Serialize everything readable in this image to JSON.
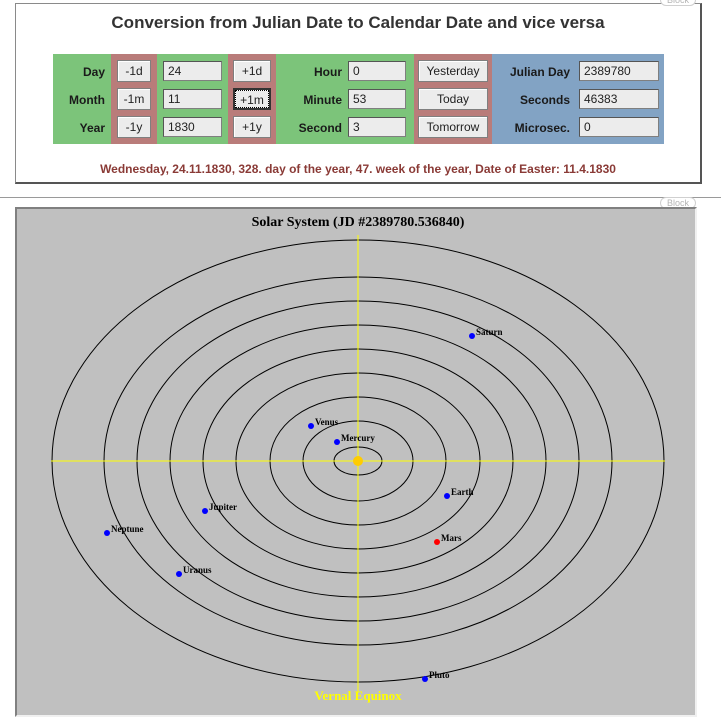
{
  "converter": {
    "title": "Conversion from Julian Date to Calendar Date and vice versa",
    "date_fields": [
      {
        "label": "Day",
        "minus": "-1d",
        "value": "24",
        "plus": "+1d"
      },
      {
        "label": "Month",
        "minus": "-1m",
        "value": "11",
        "plus": "+1m"
      },
      {
        "label": "Year",
        "minus": "-1y",
        "value": "1830",
        "plus": "+1y"
      }
    ],
    "time_fields": [
      {
        "label": "Hour",
        "value": "0"
      },
      {
        "label": "Minute",
        "value": "53"
      },
      {
        "label": "Second",
        "value": "3"
      }
    ],
    "nav_buttons": [
      "Yesterday",
      "Today",
      "Tomorrow"
    ],
    "julian_fields": [
      {
        "label": "Julian Day",
        "value": "2389780"
      },
      {
        "label": "Seconds",
        "value": "46383"
      },
      {
        "label": "Microsec.",
        "value": "0"
      }
    ],
    "summary_prefix": "Wednesday, 24.11.1830, 328. day of the year, 47. week of the year, Date of Easter: ",
    "easter_date": "11.4.1830",
    "block_tag": "Block"
  },
  "solar": {
    "title": "Solar System (JD #2389780.536840)",
    "equinox_label": "Vernal Equinox",
    "planets": [
      {
        "name": "Mercury",
        "color": "#0000ff"
      },
      {
        "name": "Venus",
        "color": "#0000ff"
      },
      {
        "name": "Earth",
        "color": "#0000ff"
      },
      {
        "name": "Mars",
        "color": "#ff0000"
      },
      {
        "name": "Jupiter",
        "color": "#0000ff"
      },
      {
        "name": "Saturn",
        "color": "#0000ff"
      },
      {
        "name": "Uranus",
        "color": "#0000ff"
      },
      {
        "name": "Neptune",
        "color": "#0000ff"
      },
      {
        "name": "Pluto",
        "color": "#0000ff"
      }
    ],
    "colors": {
      "background": "#c0c0c0",
      "axes": "#ffff00",
      "sun": "#ffcc00",
      "orbits": "#000000"
    }
  }
}
